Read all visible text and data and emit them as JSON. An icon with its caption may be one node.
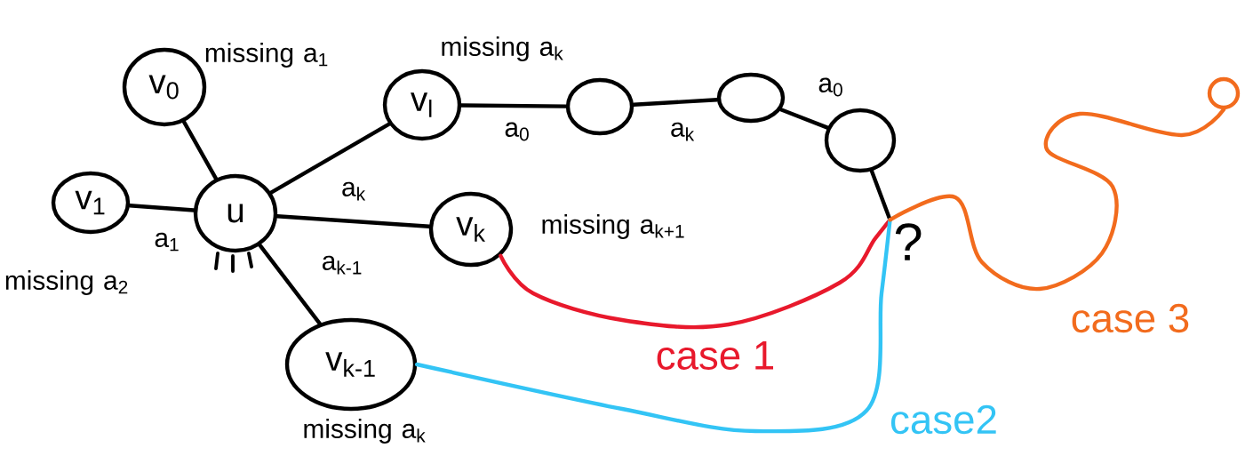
{
  "diagram": {
    "nodes": [
      {
        "text": [
          "u"
        ]
      },
      {
        "text": [
          "v$_{0}$"
        ],
        "beside": [
          "missing a$_{1}$"
        ]
      },
      {
        "text": [
          "v$_{1}$"
        ],
        "beside": [
          "missing a$_{2}$"
        ]
      },
      {
        "text": [
          "v$_{l}$"
        ],
        "beside": [
          "missing a$_{k}$"
        ]
      },
      {
        "text": [],
        "shape": "circle"
      },
      {
        "text": [],
        "shape": "circle"
      },
      {
        "text": [],
        "shape": "circle"
      },
      {
        "text": [
          "?"
        ]
      },
      {
        "text": [
          "v$_{k}$"
        ],
        "beside": [
          "missing a$_{k+1}$"
        ]
      },
      {
        "text": [
          "v$_{k-1}$"
        ],
        "beside": [
          "missing a$_{k}$"
        ]
      },
      {
        "text": [],
        "shape": "circle"
      }
    ],
    "edges": [
      {
        "from": 0,
        "to": 1,
        "arrow": "none"
      },
      {
        "from": 0,
        "to": 2,
        "arrow": "none",
        "label": "a$_{1}$"
      },
      {
        "from": 0,
        "to": 3,
        "arrow": "none"
      },
      {
        "from": 3,
        "to": 4,
        "arrow": "none",
        "label": "a$_{0}$"
      },
      {
        "from": 4,
        "to": 5,
        "arrow": "none",
        "label": "a$_{k}$"
      },
      {
        "from": 5,
        "to": 6,
        "arrow": "none",
        "label": "a$_{0}$"
      },
      {
        "from": 6,
        "to": 7,
        "arrow": "none"
      },
      {
        "from": 0,
        "to": 8,
        "arrow": "none",
        "label": "a$_{k}$"
      },
      {
        "from": 0,
        "to": 9,
        "arrow": "none",
        "label": "a$_{k-1}$"
      },
      {
        "from": 8,
        "to": 7,
        "arrow": "none",
        "label": "case 1",
        "color": "#e8192c"
      },
      {
        "from": 9,
        "to": 7,
        "arrow": "none",
        "label": "case2",
        "color": "#33c4f5"
      },
      {
        "from": 7,
        "to": 10,
        "arrow": "none",
        "label": "case 3",
        "color": "#f26b1d"
      }
    ]
  }
}
